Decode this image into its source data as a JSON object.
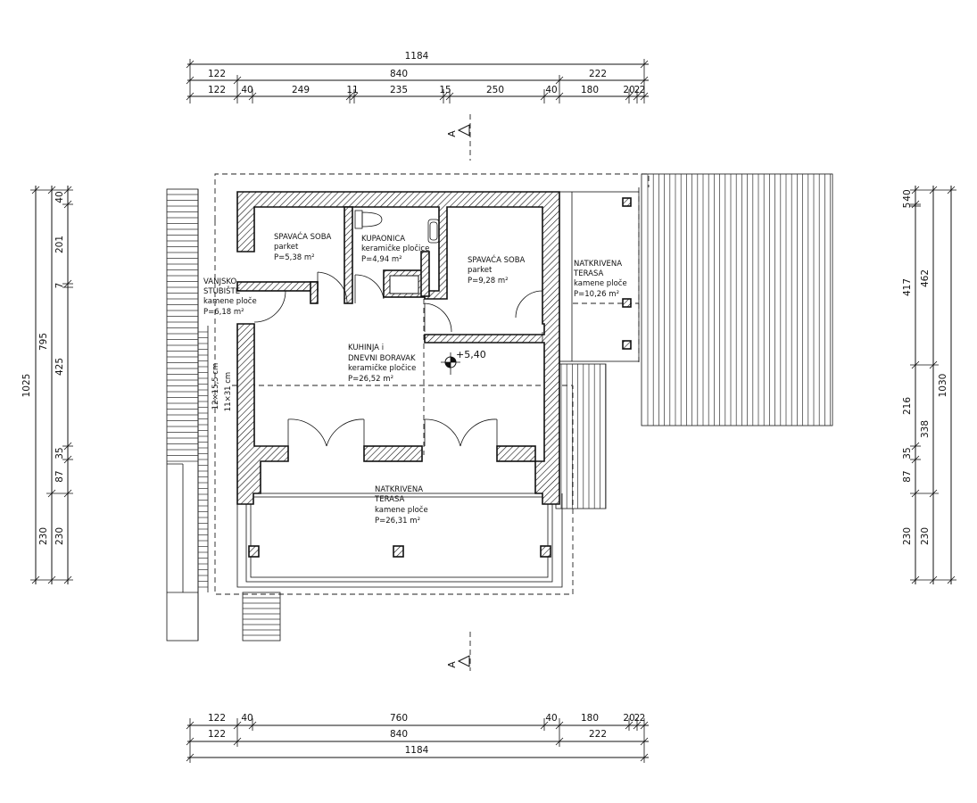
{
  "dims_top": {
    "total": "1184",
    "row2": [
      "122",
      "840",
      "222"
    ],
    "row3": [
      "122",
      "40",
      "249",
      "11",
      "235",
      "15",
      "250",
      "40",
      "180",
      "20",
      "2",
      "2"
    ]
  },
  "dims_bottom": {
    "row1": [
      "122",
      "40",
      "760",
      "40",
      "180",
      "20",
      "2",
      "2"
    ],
    "row2": [
      "122",
      "840",
      "222"
    ],
    "total": "1184"
  },
  "dims_left": {
    "total": "1025",
    "outer": [
      "795",
      "230"
    ],
    "inner": [
      "40",
      "201",
      "7",
      "425",
      "35",
      "87",
      "230"
    ]
  },
  "dims_right": {
    "outer": [
      "462",
      "1030"
    ],
    "inner": [
      "40",
      "5",
      "417",
      "216",
      "338",
      "35",
      "87",
      "230",
      "230"
    ]
  },
  "section_marker": "A",
  "level_mark": "+5,40",
  "stair_note": [
    "12×15,5 cm",
    "11×31 cm"
  ],
  "rooms": {
    "bedroom1": [
      "SPAVAĆA SOBA",
      "parket",
      "P=5,38 m²"
    ],
    "bathroom": [
      "KUPAONICA",
      "keramičke pločice",
      "P=4,94 m²"
    ],
    "bedroom2": [
      "SPAVAĆA SOBA",
      "parket",
      "P=9,28 m²"
    ],
    "terrace_right": [
      "NATKRIVENA",
      "TERASA",
      "kamene ploče",
      "P=10,26 m²"
    ],
    "stairs_outside": [
      "VANJSKO",
      "STUBIŠTE",
      "kamene ploče",
      "P=6,18 m²"
    ],
    "kitchen": [
      "KUHINJA i",
      "DNEVNI BORAVAK",
      "keramičke pločice",
      "P=26,52 m²"
    ],
    "terrace_main": [
      "NATKRIVENA",
      "TERASA",
      "kamene ploče",
      "P=26,31 m²"
    ]
  }
}
